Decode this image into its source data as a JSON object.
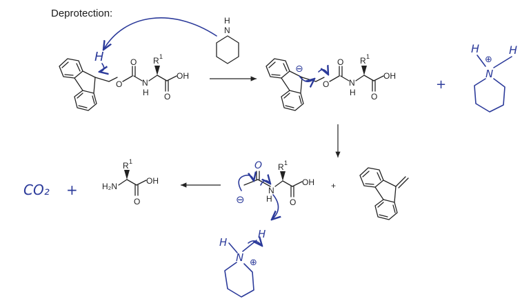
{
  "title": "Deprotection:",
  "atoms": {
    "N": "N",
    "H": "H",
    "O": "O",
    "OH": "OH",
    "R": "R",
    "sup1": "1",
    "H2N": "H₂N"
  },
  "handwriting": {
    "H": "H",
    "plus": "+",
    "co2": "CO₂",
    "O": "O",
    "minus": "⊖",
    "positive": "⊕"
  },
  "colors": {
    "ink": "#2b3a9a",
    "structure": "#222222"
  }
}
